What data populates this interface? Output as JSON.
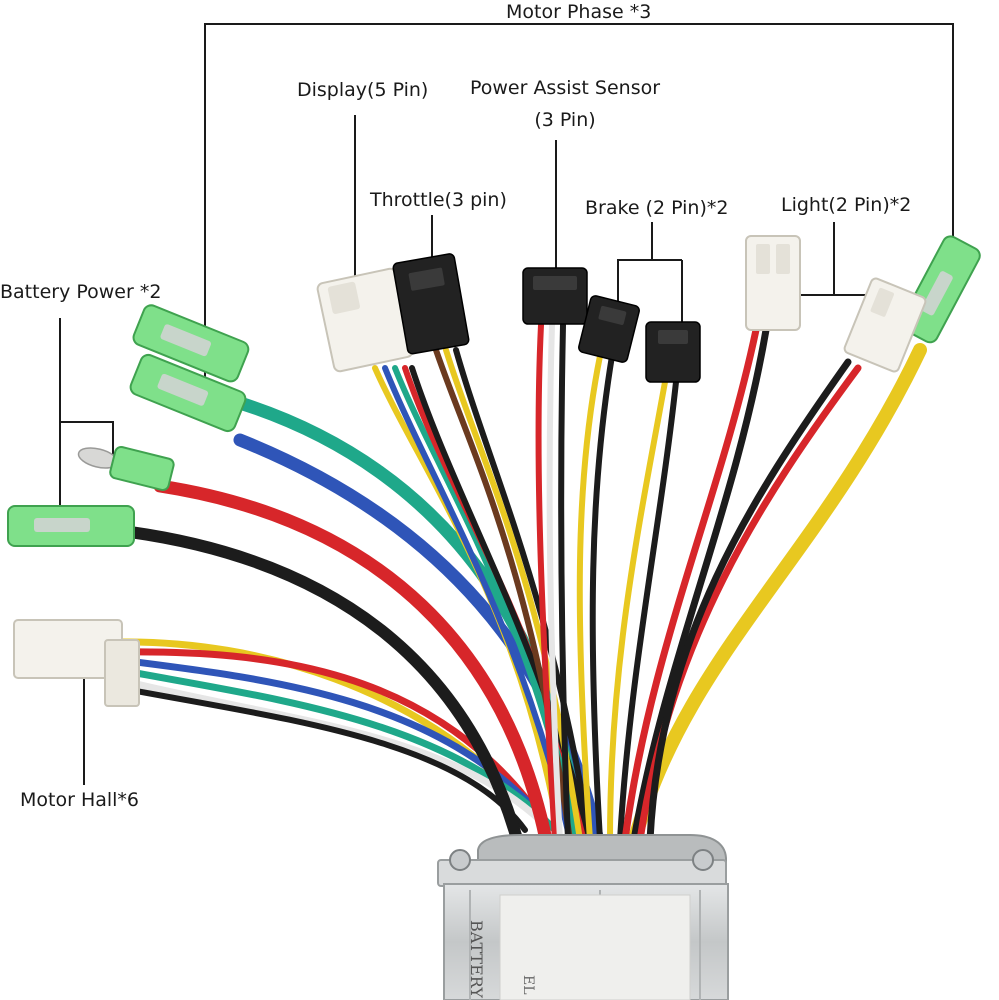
{
  "labels": {
    "motor_phase": "Motor Phase *3",
    "display": "Display(5 Pin)",
    "power_assist_line1": "Power Assist Sensor",
    "power_assist_line2": "(3 Pin)",
    "throttle": "Throttle(3 pin)",
    "brake": "Brake (2 Pin)*2",
    "light": "Light(2 Pin)*2",
    "battery_power": "Battery Power *2",
    "motor_hall": "Motor Hall*6"
  },
  "controller_markings": {
    "line1": "BATTERY",
    "line2": "EL"
  },
  "colors": {
    "red": "#d7262a",
    "black": "#1c1c1c",
    "blue": "#2f55b8",
    "green": "#1fa88a",
    "yellow": "#e8c820",
    "white": "#eeeeee",
    "brown": "#6b3a1f",
    "connector_green": "#7fe08a",
    "connector_white": "#f4f2ec",
    "connector_black": "#222222",
    "housing": "#c9cbcc"
  }
}
